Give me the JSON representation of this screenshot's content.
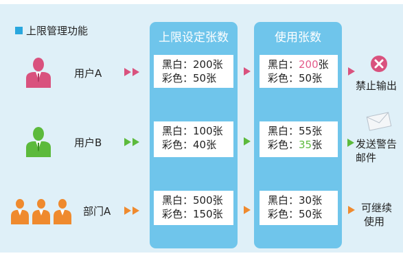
{
  "title": "上限管理功能",
  "columns": {
    "limit_header": "上限设定张数",
    "usage_header": "使用张数"
  },
  "rows": [
    {
      "user": "用户A",
      "limit_bw": "黑白：200张",
      "limit_color": "彩色：50张",
      "usage_bw_prefix": "黑白：",
      "usage_bw_value": "200",
      "usage_bw_suffix": "张",
      "usage_color_prefix": "彩色：",
      "usage_color_value": "50",
      "usage_color_suffix": "张",
      "result": "禁止输出",
      "color": "#d9527e",
      "result_icon": "x-circle-icon"
    },
    {
      "user": "用户B",
      "limit_bw": "黑白：100张",
      "limit_color": "彩色：40张",
      "usage_bw_prefix": "黑白：",
      "usage_bw_value": "55",
      "usage_bw_suffix": "张",
      "usage_color_prefix": "彩色：",
      "usage_color_value": "35",
      "usage_color_suffix": "张",
      "result_line1": "发送警告",
      "result_line2": "邮件",
      "color": "#5cba3c",
      "result_icon": "envelope-icon"
    },
    {
      "user": "部门A",
      "limit_bw": "黑白：500张",
      "limit_color": "彩色：150张",
      "usage_bw_prefix": "黑白：",
      "usage_bw_value": "30",
      "usage_bw_suffix": "张",
      "usage_color_prefix": "彩色：",
      "usage_color_value": "50",
      "usage_color_suffix": "张",
      "result_line1": "可继续",
      "result_line2": "使用",
      "color": "#ef8a2e"
    }
  ],
  "colors": {
    "panel": "#dff0f8",
    "column": "#6fc5eb",
    "title_square": "#29a7de",
    "red": "#d9527e",
    "green": "#5cba3c",
    "orange": "#ef8a2e"
  }
}
